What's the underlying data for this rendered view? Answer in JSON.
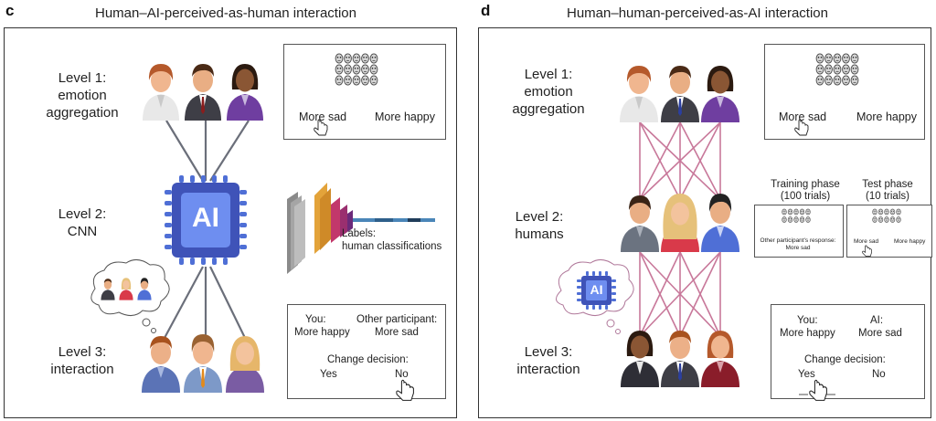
{
  "left_panel": {
    "letter": "c",
    "title": "Human–AI-perceived-as-human interaction",
    "level1": [
      "Level 1:",
      "emotion",
      "aggregation"
    ],
    "level2": [
      "Level 2:",
      "CNN"
    ],
    "level3": [
      "Level 3:",
      "interaction"
    ],
    "scale_box": {
      "left": "More sad",
      "right": "More happy"
    },
    "chip_label": "AI",
    "cnn_labels": [
      "Labels:",
      "human classifications"
    ],
    "decision_box": {
      "you_label": "You:",
      "you_value": "More happy",
      "other_label": "Other participant:",
      "other_value": "More sad",
      "change": "Change decision:",
      "yes": "Yes",
      "no": "No"
    }
  },
  "right_panel": {
    "letter": "d",
    "title": "Human–human-perceived-as-AI interaction",
    "level1": [
      "Level 1:",
      "emotion",
      "aggregation"
    ],
    "level2": [
      "Level 2:",
      "humans"
    ],
    "level3": [
      "Level 3:",
      "interaction"
    ],
    "scale_box": {
      "left": "More sad",
      "right": "More happy"
    },
    "chip_label": "AI",
    "training": {
      "title": [
        "Training phase",
        "(100 trials)"
      ],
      "note": [
        "Other participant's response:",
        "More sad"
      ]
    },
    "test": {
      "title": [
        "Test phase",
        "(10 trials)"
      ],
      "left": "More sad",
      "right": "More happy"
    },
    "decision_box": {
      "you_label": "You:",
      "you_value": "More happy",
      "other_label": "AI:",
      "other_value": "More sad",
      "change": "Change decision:",
      "yes": "Yes",
      "no": "No"
    }
  },
  "colors": {
    "ai_chip": "#4f6fd6",
    "network_left": "#6b6f7a",
    "network_right": "#c8789a",
    "frame": "#333333"
  }
}
